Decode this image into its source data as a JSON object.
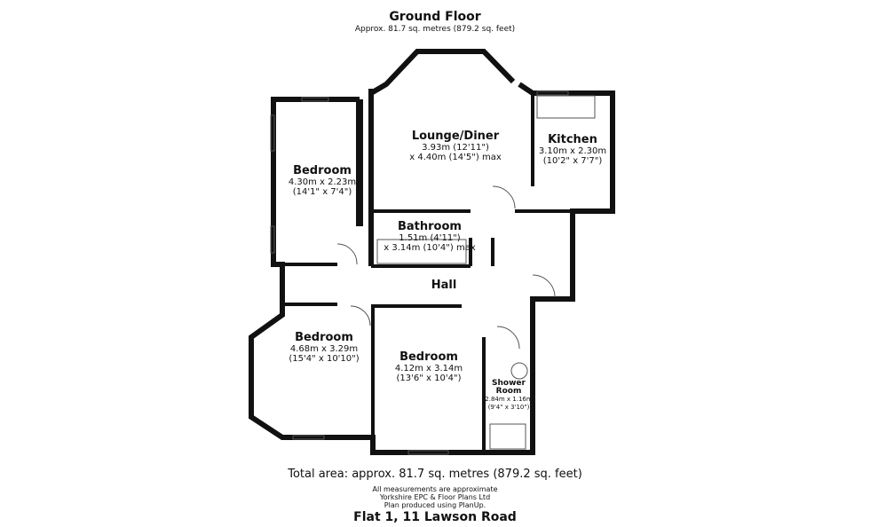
{
  "header": {
    "title": "Ground Floor",
    "subtitle": "Approx. 81.7 sq. metres (879.2 sq. feet)"
  },
  "rooms": [
    {
      "name": "Lounge/Diner",
      "dim1": "3.93m (12'11\")",
      "dim2": "x 4.40m (14'5\") max"
    },
    {
      "name": "Kitchen",
      "dim1": "3.10m x 2.30m",
      "dim2": "(10'2\" x 7'7\")"
    },
    {
      "name": "Bedroom",
      "dim1": "4.30m x 2.23m",
      "dim2": "(14'1\" x 7'4\")"
    },
    {
      "name": "Bathroom",
      "dim1": "1.51m (4'11\")",
      "dim2": "x 3.14m (10'4\") max"
    },
    {
      "name": "Hall"
    },
    {
      "name": "Bedroom",
      "dim1": "4.68m x 3.29m",
      "dim2": "(15'4\" x 10'10\")"
    },
    {
      "name": "Bedroom",
      "dim1": "4.12m x 3.14m",
      "dim2": "(13'6\" x 10'4\")"
    },
    {
      "name": "Shower",
      "name2": "Room",
      "dim1": "2.84m x 1.16m",
      "dim2": "(9'4\" x 3'10\")"
    }
  ],
  "footer": {
    "total": "Total area: approx. 81.7 sq. metres (879.2 sq. feet)",
    "note1": "All measurements are approximate",
    "note2": "Yorkshire EPC & Floor Plans  Ltd",
    "note3": "Plan produced using PlanUp.",
    "address": "Flat 1, 11 Lawson Road"
  }
}
